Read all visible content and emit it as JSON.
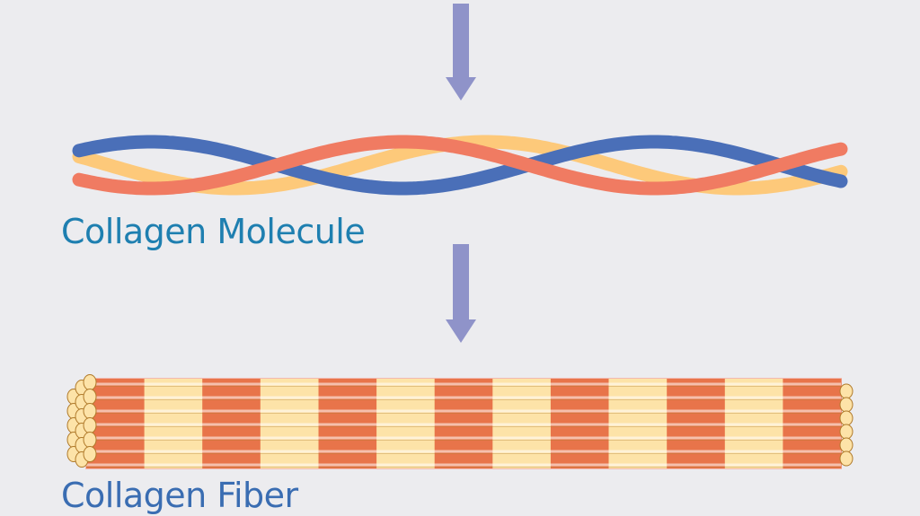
{
  "labels": {
    "molecule": "Collagen Molecule",
    "fiber": "Collagen Fiber"
  },
  "colors": {
    "background": "#ececef",
    "arrow": "#8f93c9",
    "molecule_label": "#1e7fb0",
    "fiber_label": "#3a6db2",
    "strand_red": "#f07b62",
    "strand_blue": "#4a6fb8",
    "strand_yellow": "#fdc97a",
    "fiber_dark": "#e8744a",
    "fiber_light": "#fde3a8",
    "fiber_edge": "#b07a2a"
  },
  "diagram": {
    "arrows": [
      "arrow-top",
      "arrow-middle"
    ],
    "helix_strands": [
      "red-strand",
      "blue-strand",
      "yellow-strand"
    ],
    "fiber_band_pattern": [
      "dark",
      "light",
      "dark",
      "light",
      "dark",
      "light",
      "dark",
      "light",
      "dark",
      "light",
      "dark",
      "light",
      "dark"
    ]
  }
}
